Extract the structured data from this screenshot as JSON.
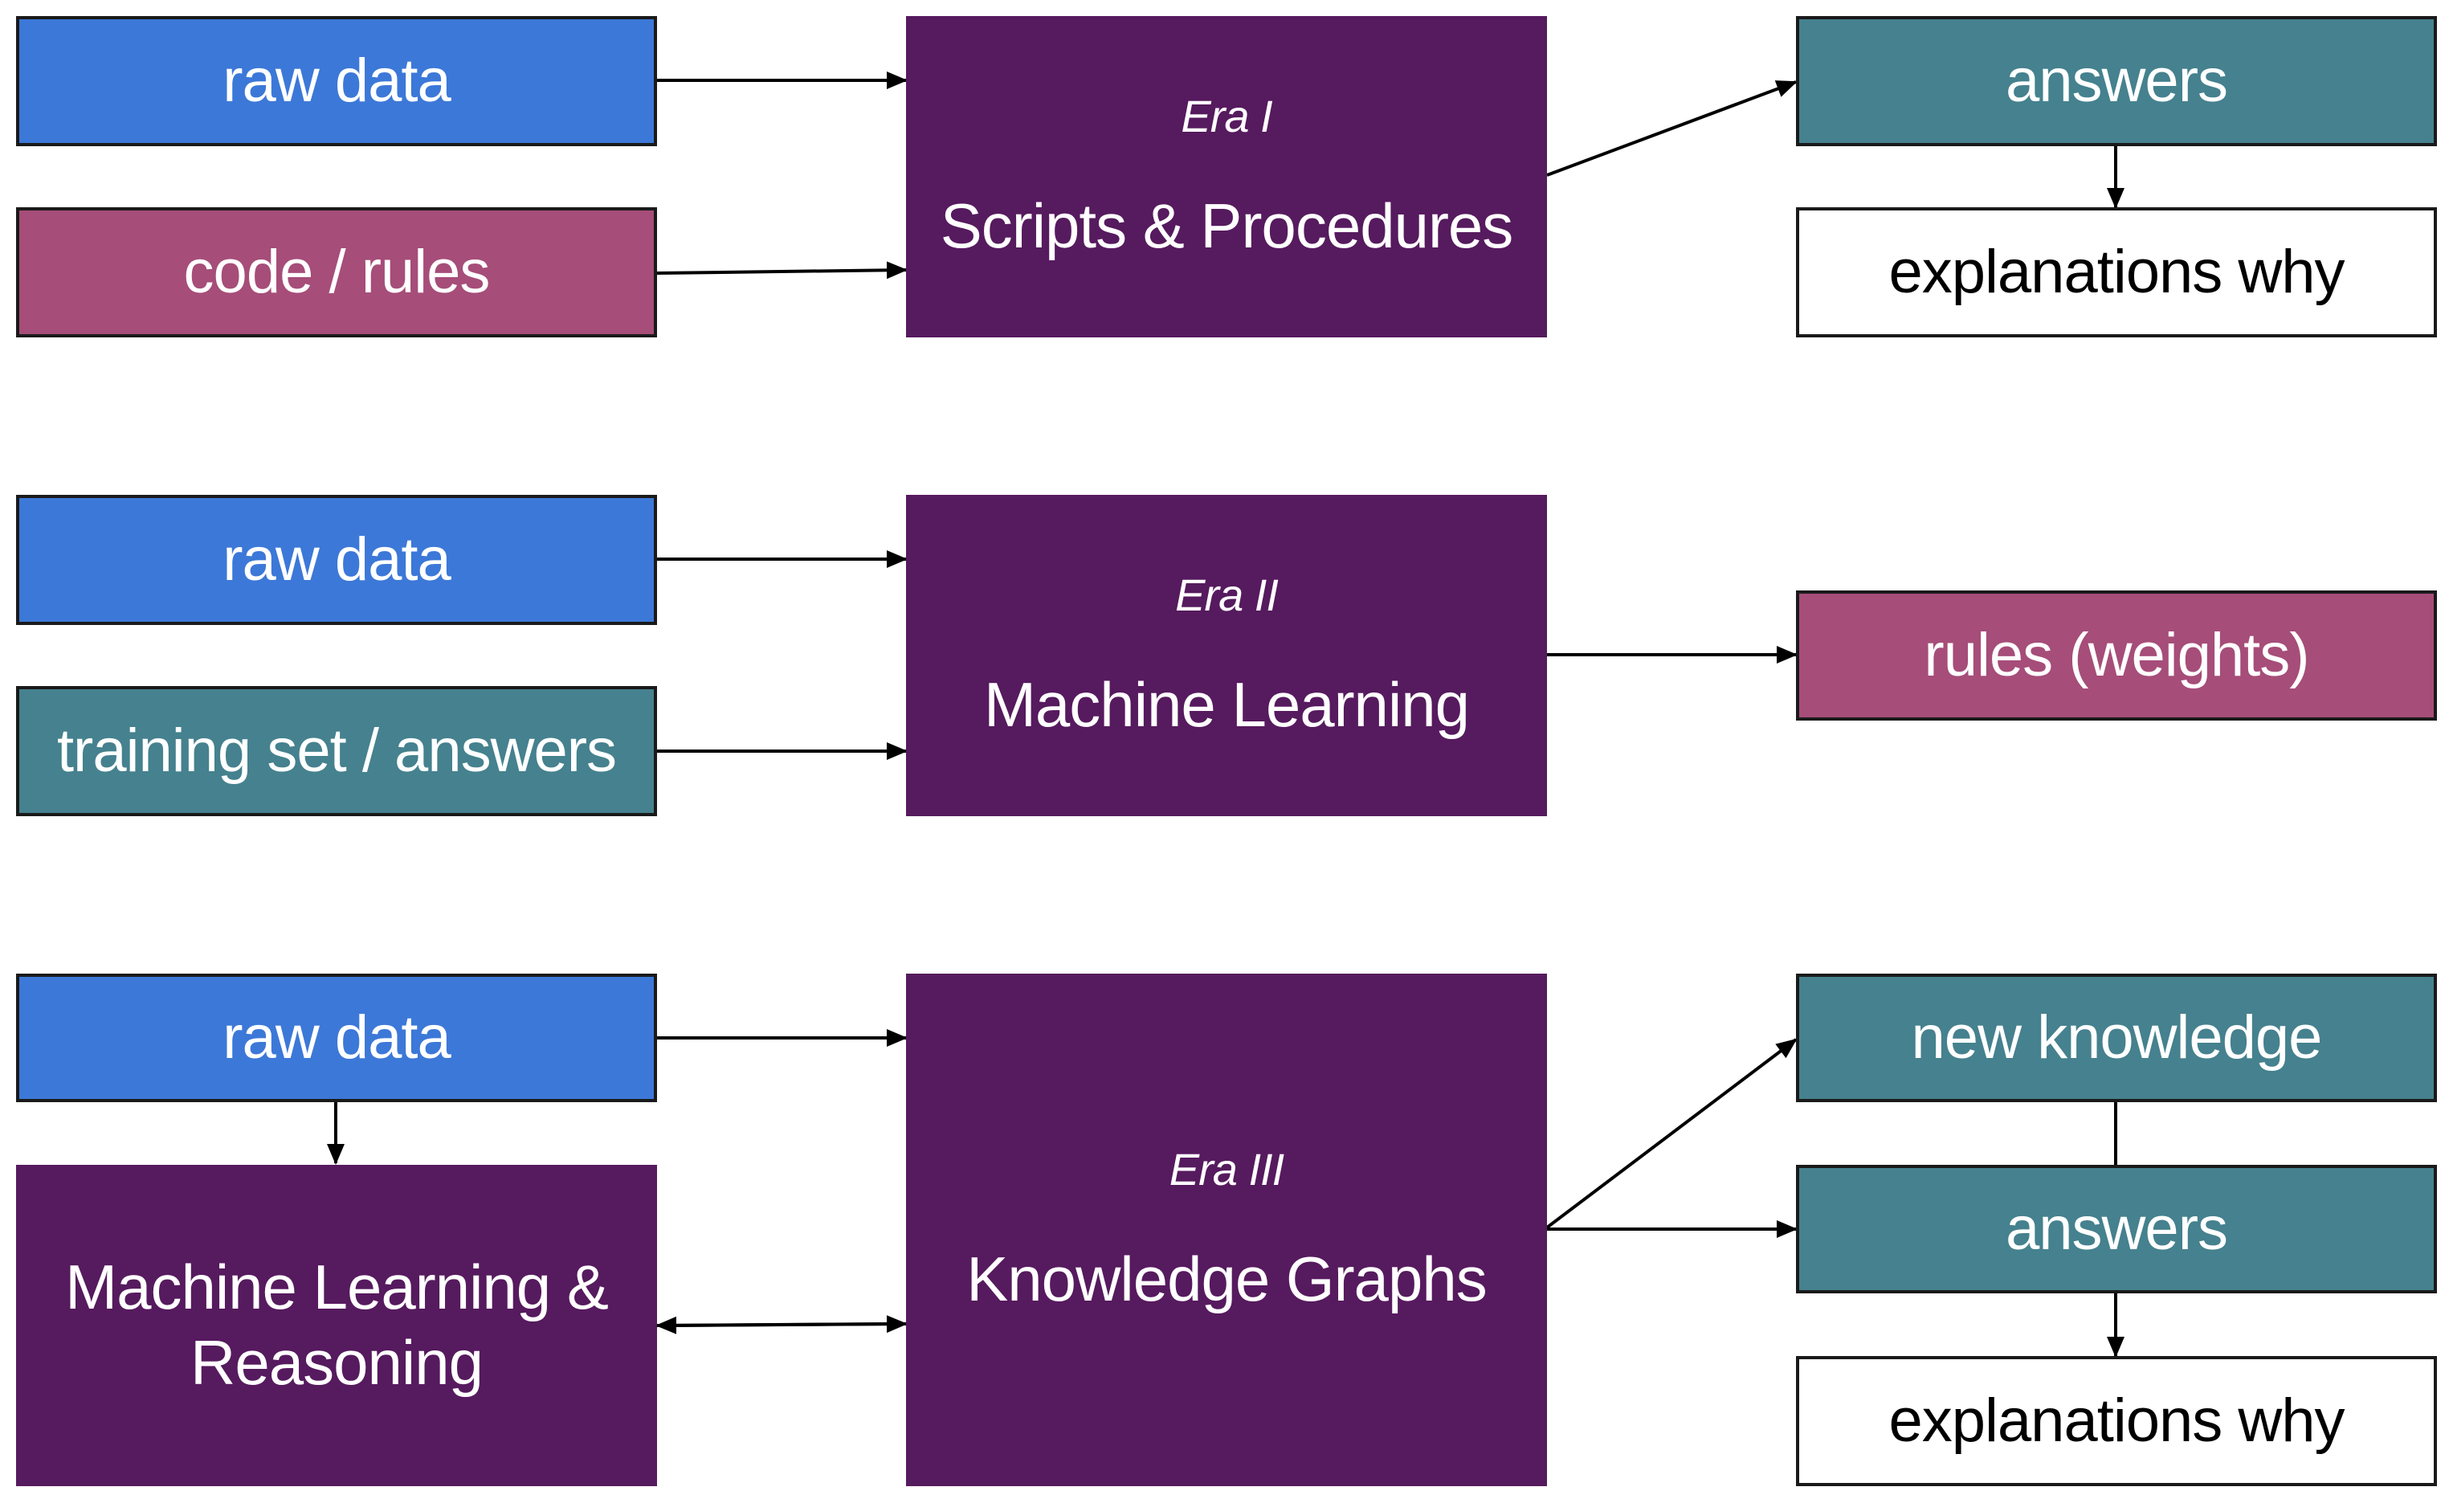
{
  "colors": {
    "raw_data": "#3c78d8",
    "rules": "#a64d79",
    "teal": "#45818e",
    "purple": "#561a5e",
    "white": "#ffffff"
  },
  "era1": {
    "inputs": [
      "raw data",
      "code / rules"
    ],
    "era_label": "Era I",
    "title": "Scripts & Procedures",
    "outputs": [
      "answers",
      "explanations why"
    ]
  },
  "era2": {
    "inputs": [
      "raw data",
      "training set / answers"
    ],
    "era_label": "Era II",
    "title": "Machine Learning",
    "outputs": [
      "rules (weights)"
    ]
  },
  "era3": {
    "inputs": [
      "raw data"
    ],
    "reasoning": [
      "Machine Learning &",
      "Reasoning"
    ],
    "era_label": "Era III",
    "title": "Knowledge Graphs",
    "outputs": [
      "new knowledge",
      "answers",
      "explanations why"
    ]
  }
}
